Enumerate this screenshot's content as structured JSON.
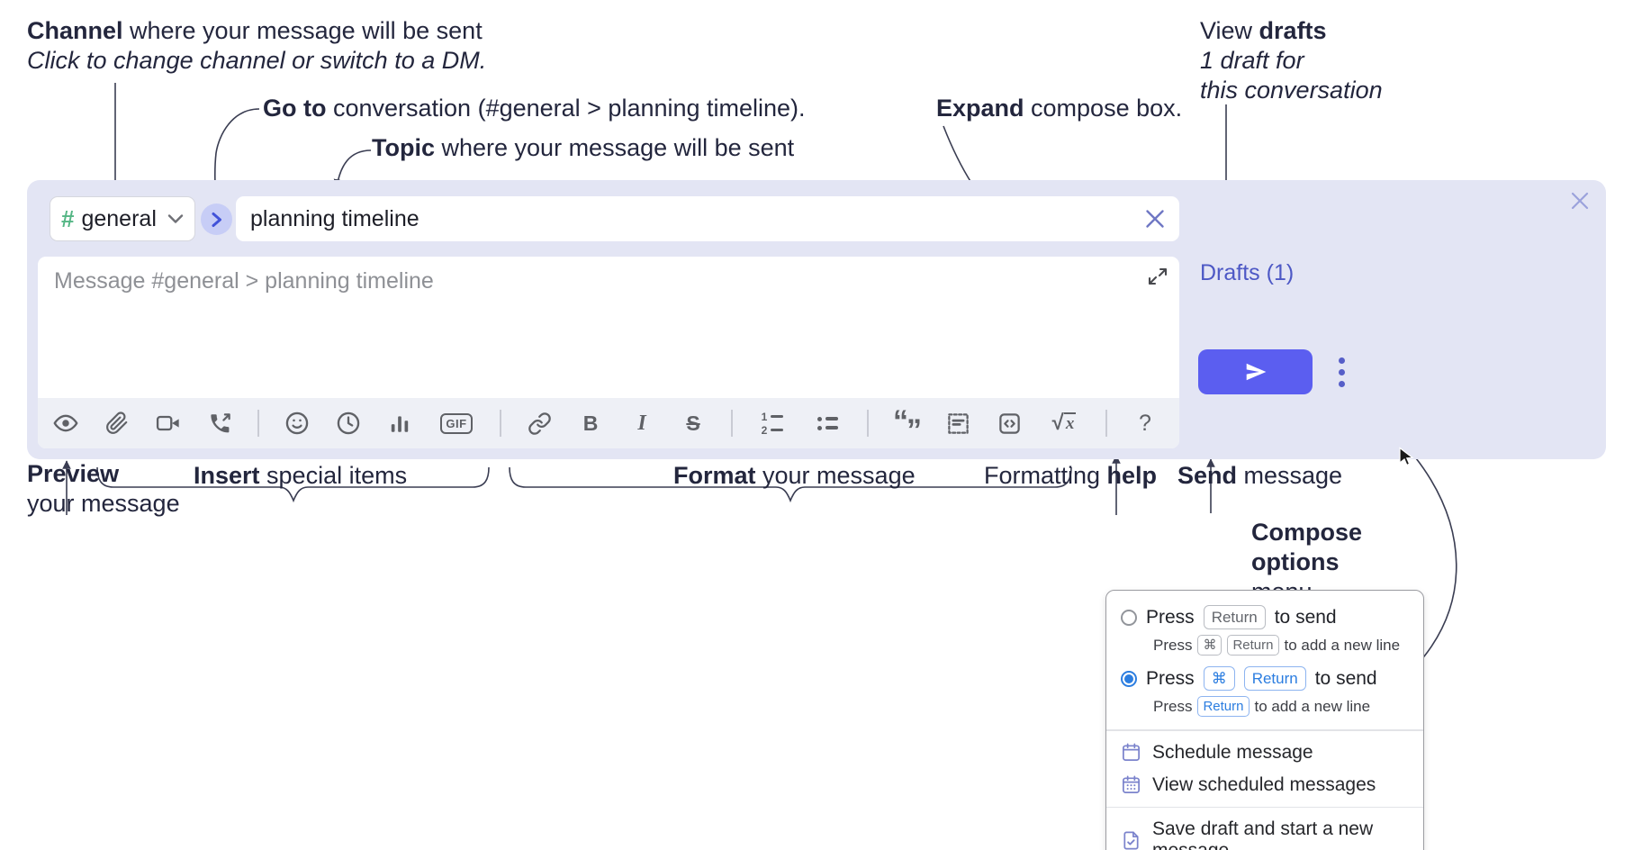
{
  "annotations": {
    "channel": {
      "bold": "Channel",
      "rest": " where your message will be sent",
      "line2": "Click to change channel or switch to a DM."
    },
    "goto": {
      "bold": "Go to",
      "rest": " conversation (#general > planning timeline)."
    },
    "topic": {
      "bold": "Topic",
      "rest": " where your message will be sent"
    },
    "expand": {
      "bold": "Expand",
      "rest": " compose box."
    },
    "drafts": {
      "line1_pre": "View ",
      "line1_bold": "drafts",
      "line2": "1 draft for",
      "line3": "this conversation"
    },
    "preview": {
      "bold": "Preview",
      "line2": "your message"
    },
    "insert": {
      "bold": "Insert",
      "rest": " special items"
    },
    "format": {
      "bold": "Format",
      "rest": " your message"
    },
    "help": {
      "pre": "Formatting ",
      "bold": "help"
    },
    "send": {
      "bold": "Send",
      "rest": " message"
    },
    "compose_menu": {
      "bold1": "Compose",
      "bold2": "options",
      "line3": "menu"
    }
  },
  "composer": {
    "channel_hash": "#",
    "channel_name": "general",
    "topic_value": "planning timeline",
    "message_placeholder": "Message #general > planning timeline",
    "drafts_label": "Drafts (1)"
  },
  "toolbar": {
    "bold_label": "B",
    "italic_label": "I",
    "strike_label": "S",
    "gif_label": "GIF",
    "help_label": "?",
    "quote_open": "“",
    "quote_close": "”",
    "ol1": "1",
    "ol2": "2",
    "radical": "√",
    "variable": "x"
  },
  "menu": {
    "option1": {
      "pre": "Press",
      "key": "Return",
      "post": "to send",
      "sub_pre": "Press",
      "sub_key1": "⌘",
      "sub_key2": "Return",
      "sub_post": "to add a new line"
    },
    "option2": {
      "pre": "Press",
      "key1": "⌘",
      "key2": "Return",
      "post": "to send",
      "sub_pre": "Press",
      "sub_key": "Return",
      "sub_post": "to add a new line"
    },
    "schedule": "Schedule message",
    "view_scheduled": "View scheduled messages",
    "save_draft": "Save draft and start a new message"
  },
  "colors": {
    "compose_bg": "#e3e5f4",
    "accent_indigo": "#5b5ef0",
    "link_purple": "#4d58c5",
    "hash_green": "#55b685",
    "menu_blue": "#2b7de0",
    "icon_gray": "#5f6166",
    "annotation_ink": "#23263d"
  }
}
